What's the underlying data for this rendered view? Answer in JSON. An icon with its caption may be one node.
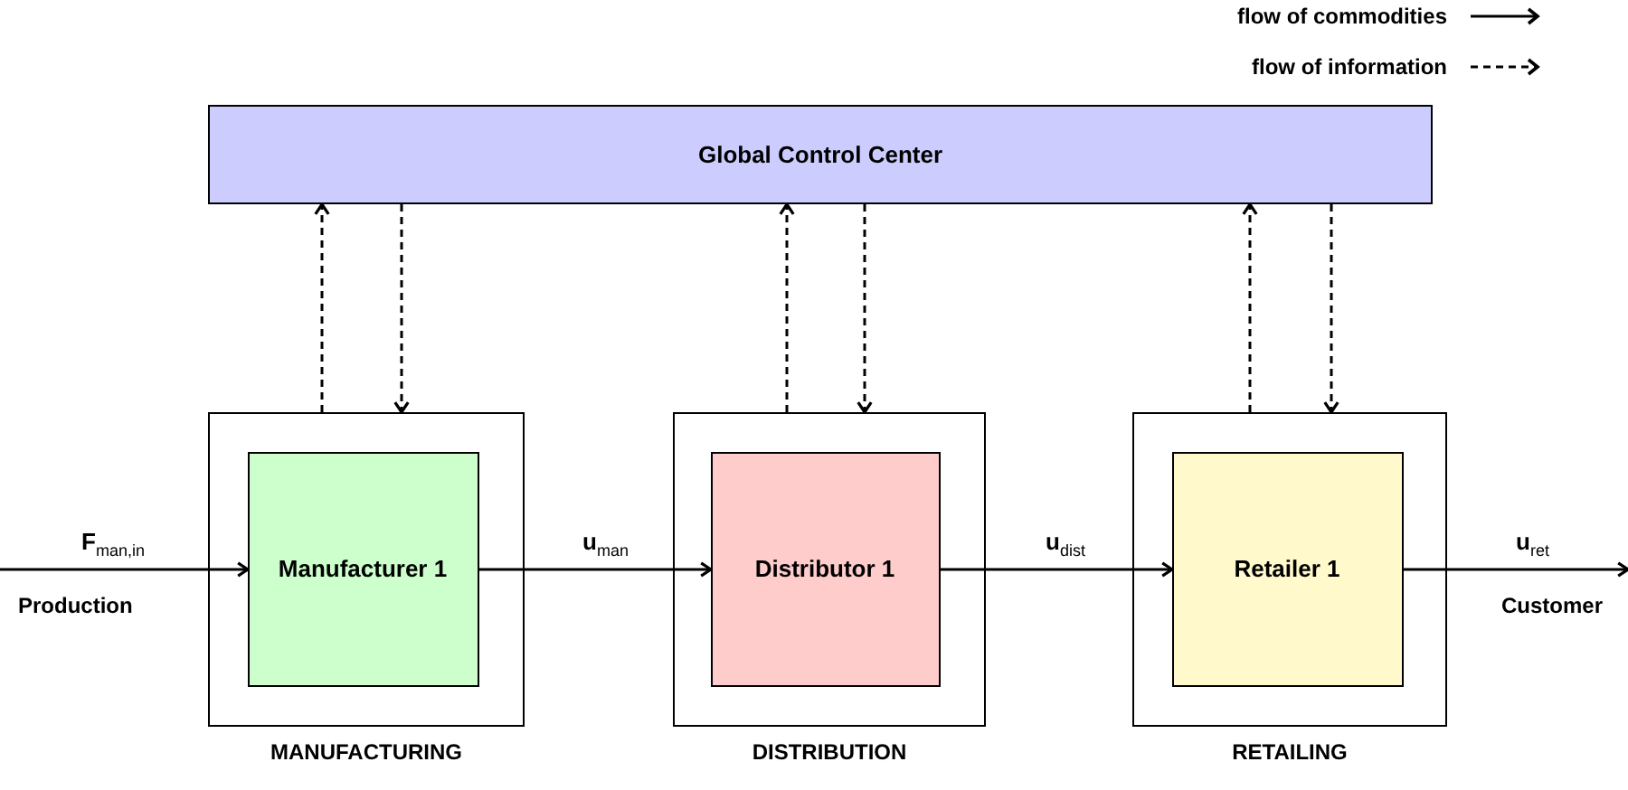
{
  "diagram": {
    "nodes": [
      {
        "text": [
          "Global Control Center"
        ]
      },
      {
        "text": [
          "MANUFACTURING"
        ]
      },
      {
        "text": [
          "Manufacturer 1"
        ],
        "in": 1
      },
      {
        "text": [
          "DISTRIBUTION"
        ]
      },
      {
        "text": [
          "Distributor 1"
        ],
        "in": 3
      },
      {
        "text": [
          "RETAILING"
        ]
      },
      {
        "text": [
          "Retailer 1"
        ],
        "in": 5
      }
    ],
    "edges": [
      {
        "from": null,
        "to": 2,
        "arrow": "to",
        "label": "**F**$_{man,in}$"
      },
      {
        "from": 2,
        "to": 4,
        "arrow": "to",
        "label": "**u**$_{man}$"
      },
      {
        "from": 4,
        "to": 6,
        "arrow": "to",
        "label": "**u**$_{dist}$"
      },
      {
        "from": 6,
        "to": null,
        "arrow": "to",
        "label": "**u**$_{ret}$"
      },
      {
        "from": 1,
        "to": 0,
        "arrow": "to",
        "style": "dashed"
      },
      {
        "from": 0,
        "to": 1,
        "arrow": "to",
        "style": "dashed"
      },
      {
        "from": 3,
        "to": 0,
        "arrow": "to",
        "style": "dashed"
      },
      {
        "from": 0,
        "to": 3,
        "arrow": "to",
        "style": "dashed"
      },
      {
        "from": 5,
        "to": 0,
        "arrow": "to",
        "style": "dashed"
      },
      {
        "from": 0,
        "to": 5,
        "arrow": "to",
        "style": "dashed"
      }
    ],
    "labels": [
      "Production",
      "Customer"
    ],
    "legend": [
      {
        "text": "flow of commodities"
      },
      {
        "text": "flow of information"
      }
    ]
  }
}
